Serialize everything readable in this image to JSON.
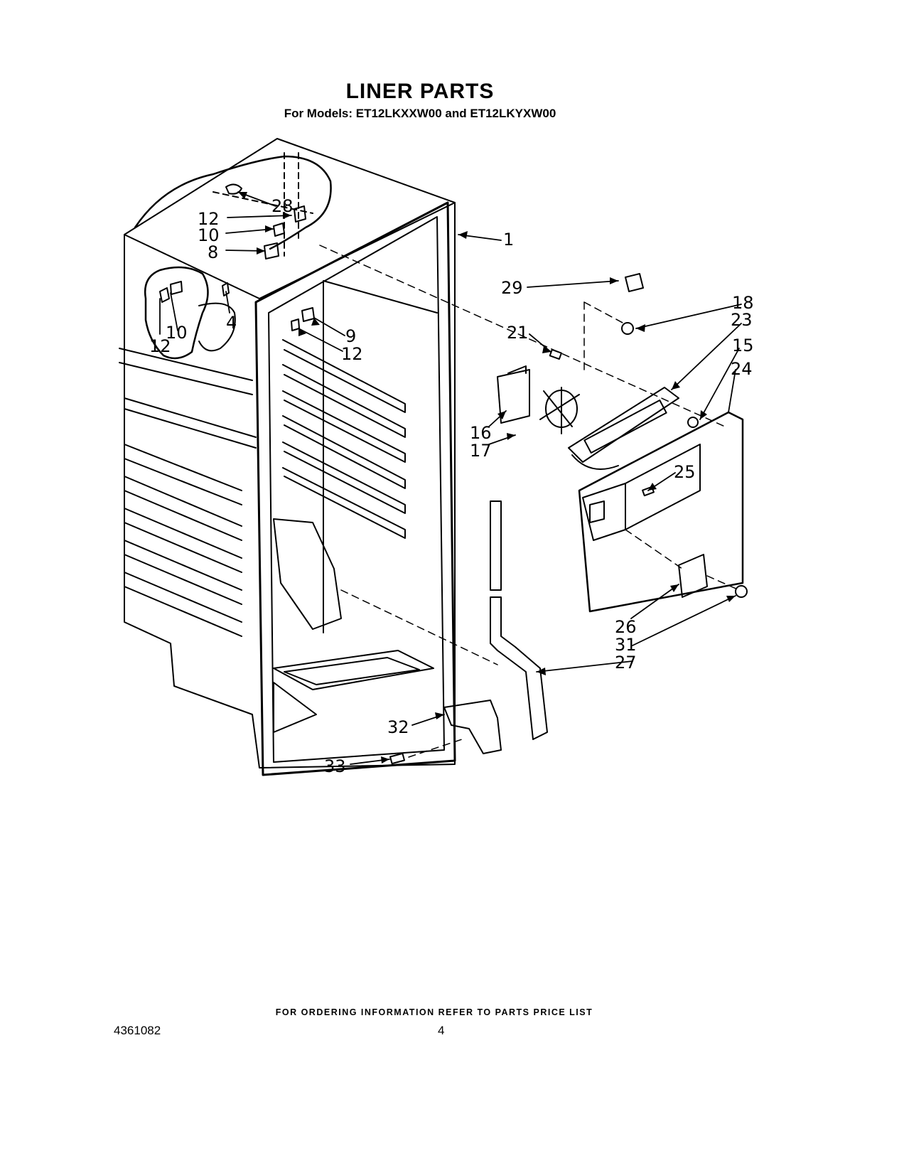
{
  "header": {
    "title": "LINER PARTS",
    "subtitle": "For Models: ET12LKXXW00 and ET12LKYXW00"
  },
  "callouts": [
    {
      "id": "c1",
      "label": "1"
    },
    {
      "id": "c28",
      "label": "28"
    },
    {
      "id": "c12a",
      "label": "12"
    },
    {
      "id": "c10a",
      "label": "10"
    },
    {
      "id": "c8",
      "label": "8"
    },
    {
      "id": "c4",
      "label": "4"
    },
    {
      "id": "c10b",
      "label": "10"
    },
    {
      "id": "c12b",
      "label": "12"
    },
    {
      "id": "c9",
      "label": "9"
    },
    {
      "id": "c12c",
      "label": "12"
    },
    {
      "id": "c29",
      "label": "29"
    },
    {
      "id": "c18",
      "label": "18"
    },
    {
      "id": "c23",
      "label": "23"
    },
    {
      "id": "c15",
      "label": "15"
    },
    {
      "id": "c24",
      "label": "24"
    },
    {
      "id": "c21",
      "label": "21"
    },
    {
      "id": "c16",
      "label": "16"
    },
    {
      "id": "c17",
      "label": "17"
    },
    {
      "id": "c25",
      "label": "25"
    },
    {
      "id": "c26",
      "label": "26"
    },
    {
      "id": "c31",
      "label": "31"
    },
    {
      "id": "c27",
      "label": "27"
    },
    {
      "id": "c32",
      "label": "32"
    },
    {
      "id": "c33",
      "label": "33"
    }
  ],
  "footer": {
    "ordering_note": "FOR ORDERING INFORMATION REFER TO PARTS PRICE LIST",
    "document_number": "4361082",
    "page_number": "4"
  }
}
